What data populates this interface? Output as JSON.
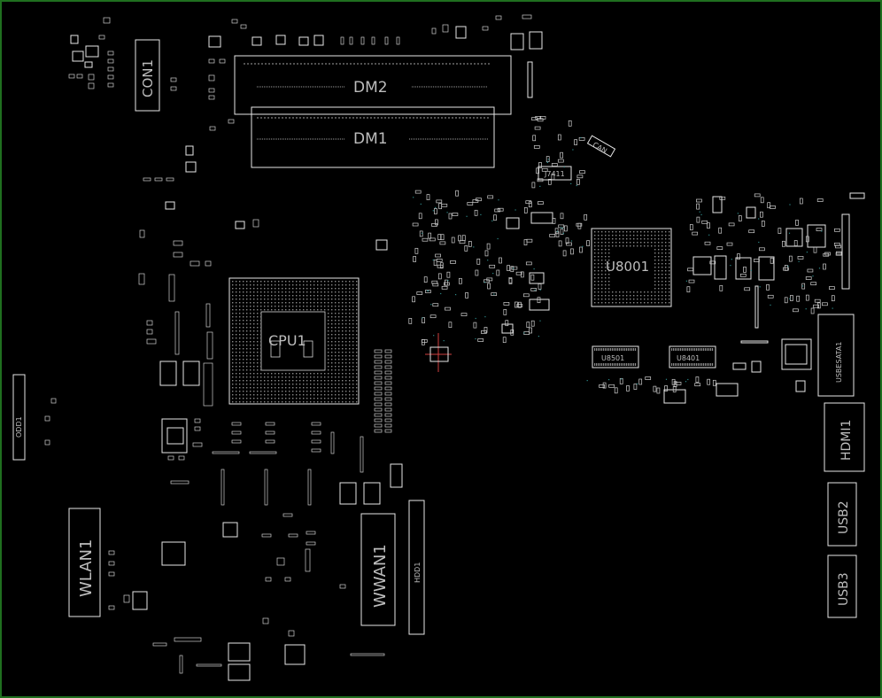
{
  "board": {
    "connectors": {
      "con1": "CON1",
      "dm2": "DM2",
      "dm1": "DM1",
      "wlan1": "WLAN1",
      "wwan1": "WWAN1",
      "hdd1": "HDD1",
      "odd1": "ODD1",
      "usbesata1": "USBESATA1",
      "hdmi1": "HDMI1",
      "usb2": "USB2",
      "usb3": "USB3"
    },
    "chips": {
      "cpu1": "CPU1",
      "u8001": "U8001",
      "u8501": "U8501",
      "u8401": "U8401"
    }
  },
  "colors": {
    "background": "#000000",
    "outline": "#e6e6e6",
    "frame": "#1f6f1f",
    "label": "#bdbdbd",
    "via": "#2d8a8a"
  }
}
